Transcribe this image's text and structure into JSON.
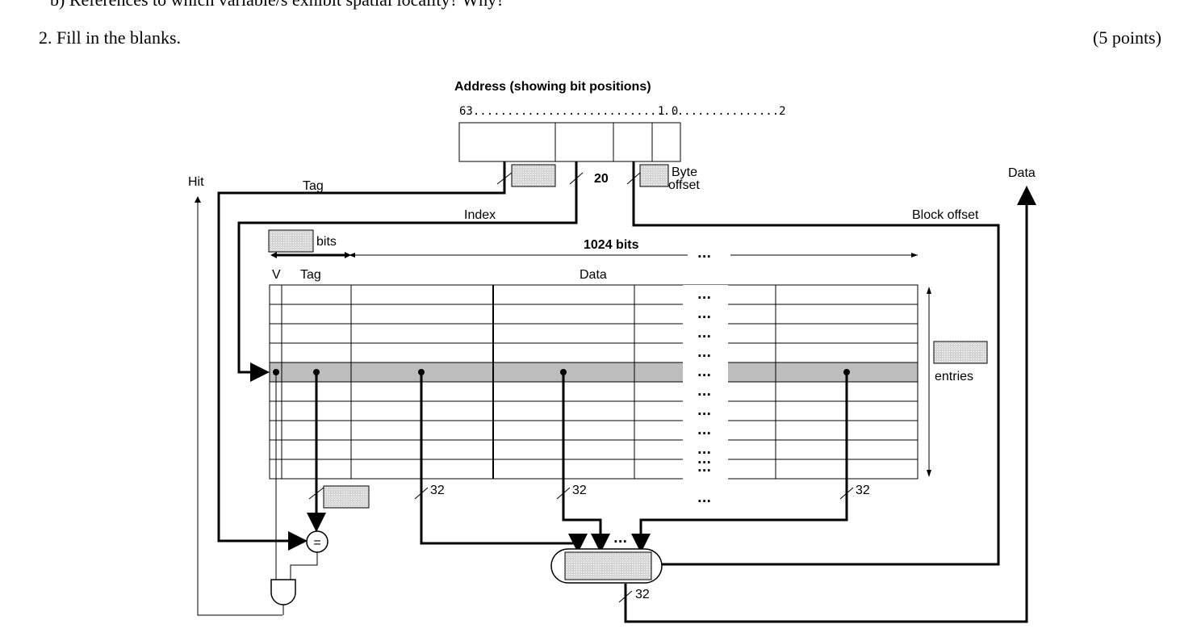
{
  "question": {
    "previous_line": "b) References to which variable/s exhibit spatial locality? Why?",
    "title": "2. Fill in the blanks.",
    "points": "(5 points)"
  },
  "diagram": {
    "address_title": "Address (showing bit positions)",
    "bit_positions": {
      "left": "63.............................................2",
      "right": "1 0"
    },
    "labels": {
      "hit": "Hit",
      "data_out": "Data",
      "tag": "Tag",
      "index": "Index",
      "block_offset": "Block offset",
      "byte_offset_line1": "Byte",
      "byte_offset_line2": "offset",
      "index_width": "20",
      "bits": "bits",
      "row_width": "1024 bits",
      "col_v": "V",
      "col_tag": "Tag",
      "col_data": "Data",
      "entries": "entries",
      "ellipsis": "...",
      "bus_32": "32",
      "comparator": "="
    },
    "colors": {
      "selected_row": "#bdbdbd",
      "blank_fill": "#d8d8d8"
    }
  }
}
